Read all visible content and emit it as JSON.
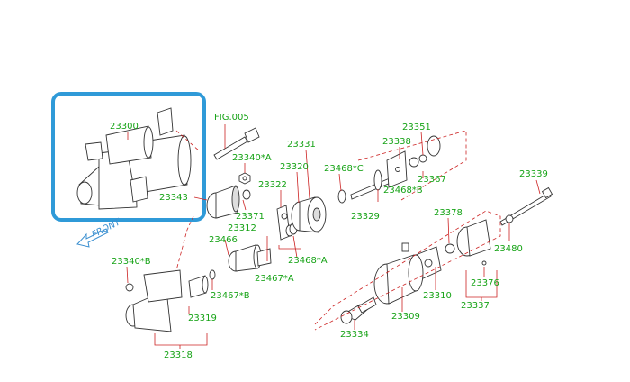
{
  "diagram": {
    "ref_label": "FIG.005",
    "front_label": "FRONT",
    "parts": [
      {
        "id": "p23300",
        "label": "23300"
      },
      {
        "id": "p23340a",
        "label": "23340*A"
      },
      {
        "id": "p23343",
        "label": "23343"
      },
      {
        "id": "p23371",
        "label": "23371"
      },
      {
        "id": "p23312",
        "label": "23312"
      },
      {
        "id": "p23322",
        "label": "23322"
      },
      {
        "id": "p23331",
        "label": "23331"
      },
      {
        "id": "p23320",
        "label": "23320"
      },
      {
        "id": "p23468c",
        "label": "23468*C"
      },
      {
        "id": "p23338",
        "label": "23338"
      },
      {
        "id": "p23351",
        "label": "23351"
      },
      {
        "id": "p23367",
        "label": "23367"
      },
      {
        "id": "p23468b",
        "label": "23468*B"
      },
      {
        "id": "p23329",
        "label": "23329"
      },
      {
        "id": "p23339",
        "label": "23339"
      },
      {
        "id": "p23378",
        "label": "23378"
      },
      {
        "id": "p23480",
        "label": "23480"
      },
      {
        "id": "p23466",
        "label": "23466"
      },
      {
        "id": "p23468a",
        "label": "23468*A"
      },
      {
        "id": "p23467a",
        "label": "23467*A"
      },
      {
        "id": "p23340b",
        "label": "23340*B"
      },
      {
        "id": "p23467b",
        "label": "23467*B"
      },
      {
        "id": "p23319",
        "label": "23319"
      },
      {
        "id": "p23318",
        "label": "23318"
      },
      {
        "id": "p23310",
        "label": "23310"
      },
      {
        "id": "p23376",
        "label": "23376"
      },
      {
        "id": "p23337",
        "label": "23337"
      },
      {
        "id": "p23309",
        "label": "23309"
      },
      {
        "id": "p23334",
        "label": "23334"
      }
    ]
  }
}
